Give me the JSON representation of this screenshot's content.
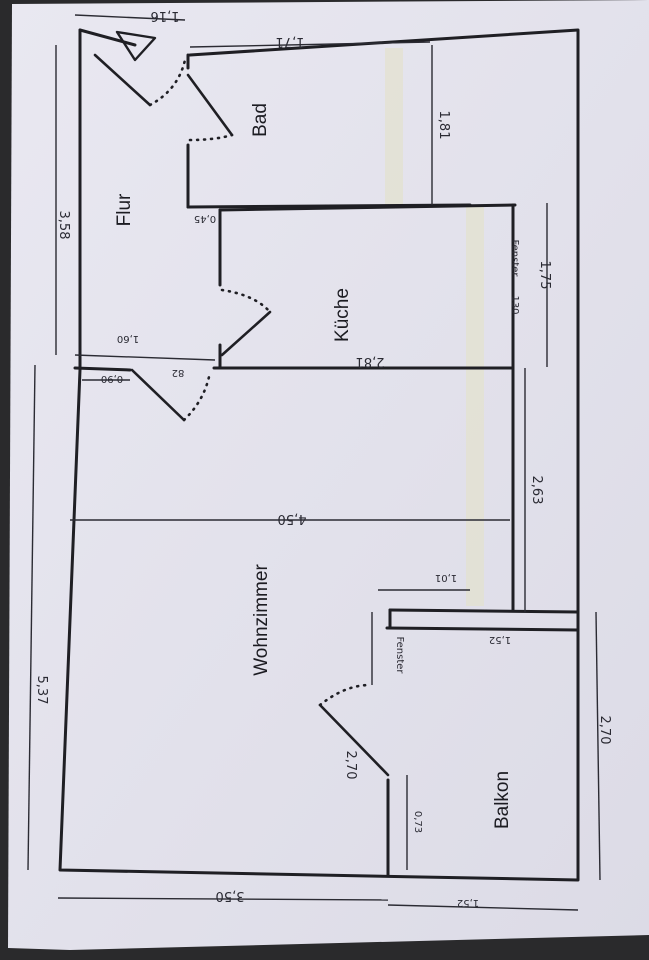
{
  "rooms": {
    "bad": "Bad",
    "flur": "Flur",
    "kueche": "Küche",
    "wohnzimmer": "Wohnzimmer",
    "balkon": "Balkon"
  },
  "dimensions": {
    "top_flur_width": "1,16",
    "bad_width": "1,71",
    "bad_depth": "1,81",
    "flur_length": "3,58",
    "bad_door": "0,45",
    "kueche_window_side": "1,75",
    "kueche_window": "130",
    "flur_door": "1,60",
    "wz_door": "0,90",
    "wz_door_width": "82",
    "kueche_width": "2,81",
    "kueche_window_wall": "2,63",
    "wohnzimmer_width": "4,50",
    "kueche_wz_offset": "1,01",
    "balkon_offset": "1,52",
    "wz_length": "5,37",
    "balkon_length": "2,70",
    "wz_balkon_wall": "2,70",
    "balkon_door": "0,73",
    "bottom_wz": "3,50",
    "bottom_balkon": "1,52"
  },
  "window_labels": {
    "kueche": "Fenster",
    "wohnzimmer": "Fenster"
  },
  "colors": {
    "paper": "#e6e5ef",
    "ink": "#1f1f24",
    "tape": "#e3e1cf"
  }
}
